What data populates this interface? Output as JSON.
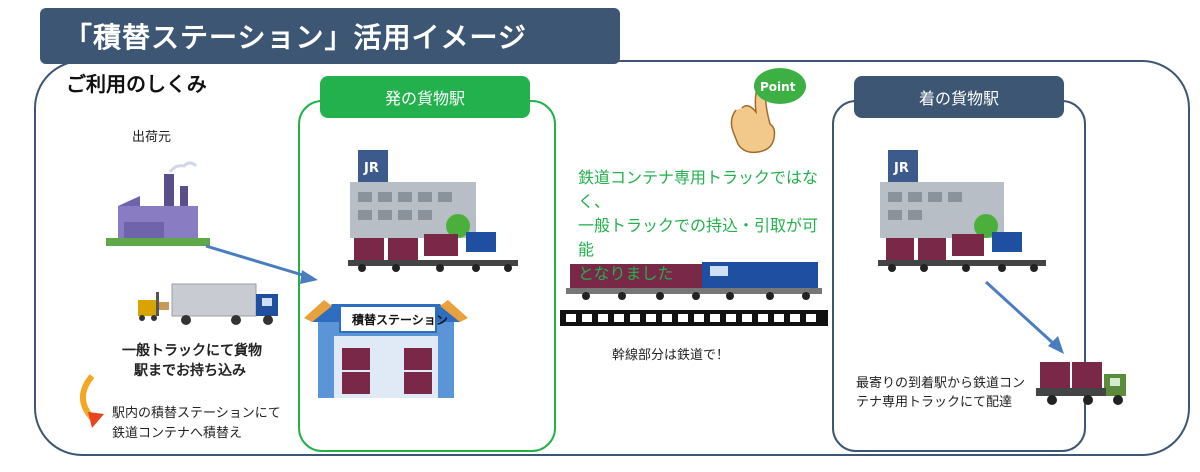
{
  "header": {
    "title": "「積替ステーション」活用イメージ"
  },
  "diagram": {
    "subtitle": "ご利用のしくみ",
    "origin": {
      "label": "出荷元",
      "truck_text_1": "一般トラックにて貨物",
      "truck_text_2": "駅までお持ち込み",
      "transfer_text_1": "駅内の積替ステーションにて",
      "transfer_text_2": "鉄道コンテナへ積替え"
    },
    "departure": {
      "tab": "発の貨物駅",
      "jr_logo": "JR",
      "station_sign": "積替ステーション"
    },
    "middle": {
      "point_badge": "Point",
      "note_1": "鉄道コンテナ専用トラックではなく、",
      "note_2": "一般トラックでの持込・引取が可能",
      "note_3": "となりました",
      "rail_text": "幹線部分は鉄道で！"
    },
    "arrival": {
      "tab": "着の貨物駅",
      "jr_logo": "JR",
      "delivery_text_1": "最寄りの到着駅から鉄道コン",
      "delivery_text_2": "テナ専用トラックにて配達"
    }
  },
  "colors": {
    "navy": "#3c5673",
    "green": "#22b14c",
    "container": "#7a2848",
    "arrow": "#4a7cc0"
  }
}
